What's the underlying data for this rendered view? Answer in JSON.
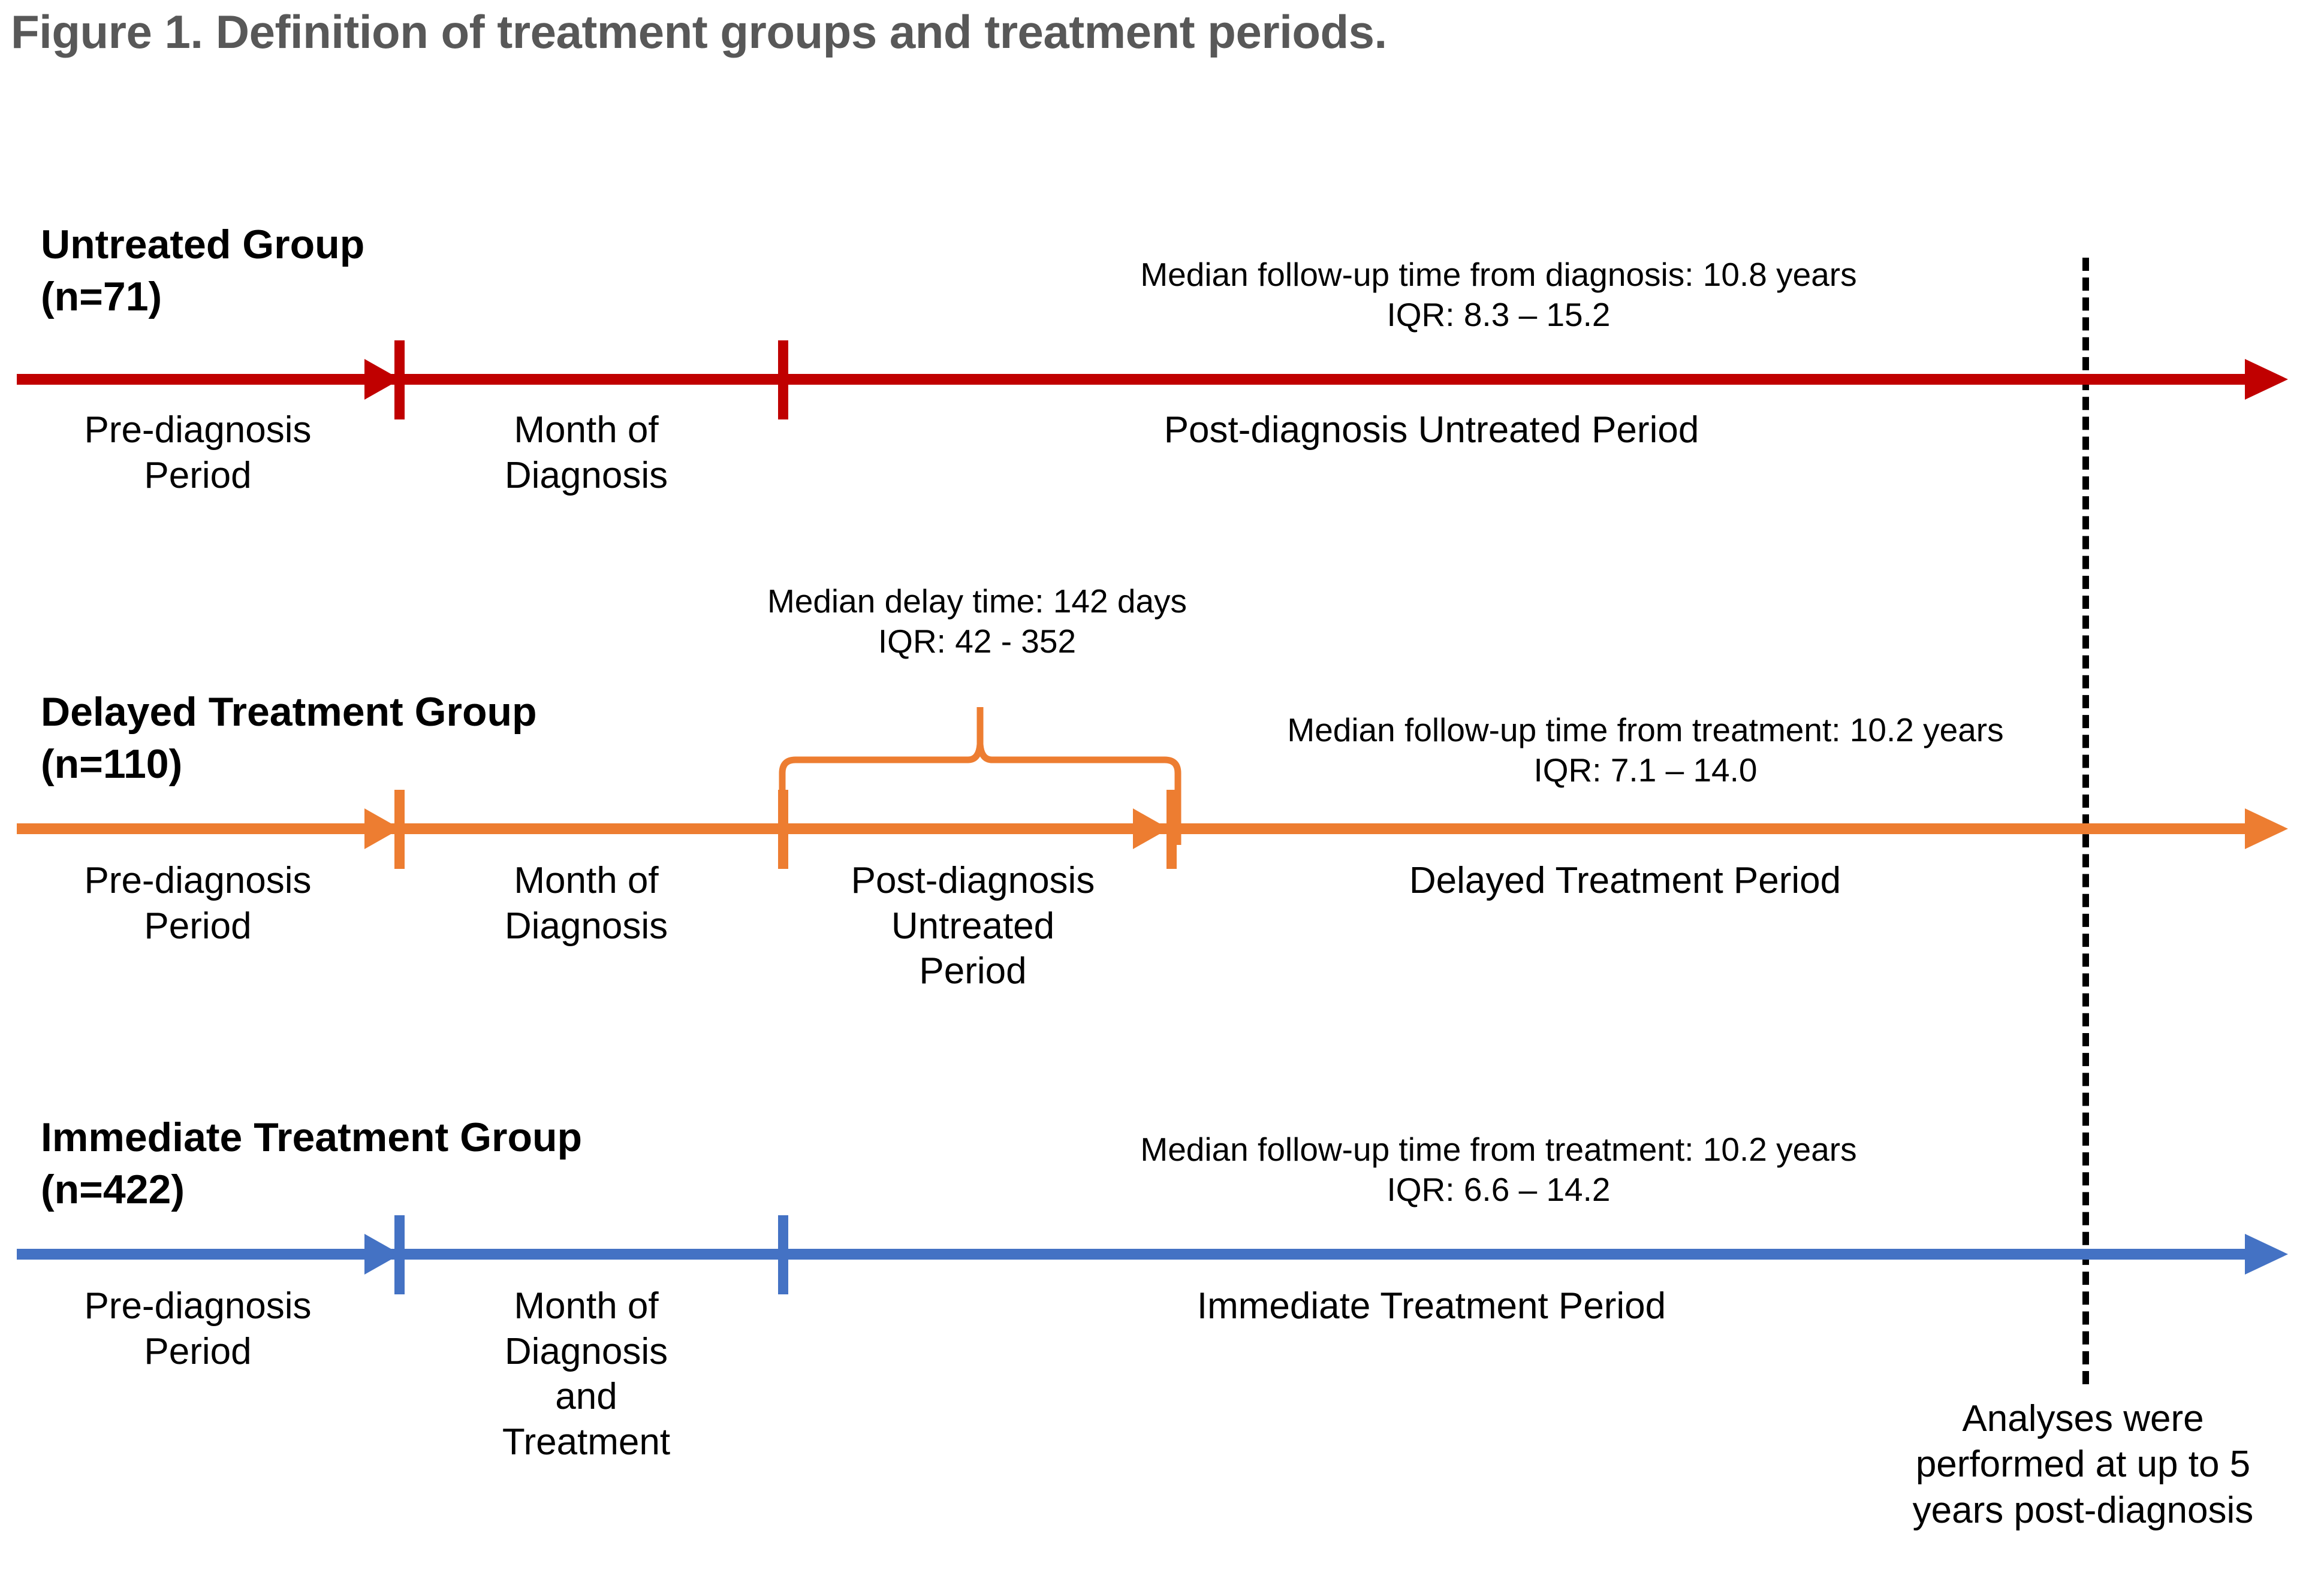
{
  "figure": {
    "title": "Figure 1. Definition of treatment groups and treatment periods.",
    "title_color": "#585858"
  },
  "colors": {
    "untreated_red": "#C00000",
    "delayed_orange": "#ED7D31",
    "immediate_blue": "#4472C4",
    "cutoff_black": "#000000",
    "text_black": "#000000"
  },
  "groups": [
    {
      "id": "untreated",
      "name": "Untreated Group\n(n=71)",
      "color": "#C00000",
      "annotation": "Median follow-up time from diagnosis: 10.8 years\nIQR: 8.3 – 15.2",
      "median_follow_up_years": 10.8,
      "iqr_low": 8.3,
      "iqr_high": 15.2,
      "n": 71,
      "periods": [
        {
          "label": "Pre-diagnosis\nPeriod"
        },
        {
          "label": "Month of\nDiagnosis"
        },
        {
          "label": "Post-diagnosis Untreated Period"
        }
      ]
    },
    {
      "id": "delayed",
      "name": "Delayed Treatment Group\n(n=110)",
      "color": "#ED7D31",
      "brace_annotation": "Median delay time: 142 days\nIQR: 42 - 352",
      "median_delay_days": 142,
      "delay_iqr_low": 42,
      "delay_iqr_high": 352,
      "annotation": "Median follow-up time from treatment: 10.2 years\nIQR: 7.1 – 14.0",
      "median_follow_up_years": 10.2,
      "iqr_low": 7.1,
      "iqr_high": 14.0,
      "n": 110,
      "periods": [
        {
          "label": "Pre-diagnosis\nPeriod"
        },
        {
          "label": "Month of\nDiagnosis"
        },
        {
          "label": "Post-diagnosis\nUntreated\nPeriod"
        },
        {
          "label": "Delayed Treatment Period"
        }
      ]
    },
    {
      "id": "immediate",
      "name": "Immediate Treatment Group\n(n=422)",
      "color": "#4472C4",
      "annotation": "Median follow-up time from treatment: 10.2 years\nIQR: 6.6 – 14.2",
      "median_follow_up_years": 10.2,
      "iqr_low": 6.6,
      "iqr_high": 14.2,
      "n": 422,
      "periods": [
        {
          "label": "Pre-diagnosis\nPeriod"
        },
        {
          "label": "Month of\nDiagnosis\nand\nTreatment"
        },
        {
          "label": "Immediate Treatment Period"
        }
      ]
    }
  ],
  "cutoff": {
    "note": "Analyses were\nperformed at up to 5\nyears post-diagnosis",
    "years_post_diagnosis": 5
  }
}
